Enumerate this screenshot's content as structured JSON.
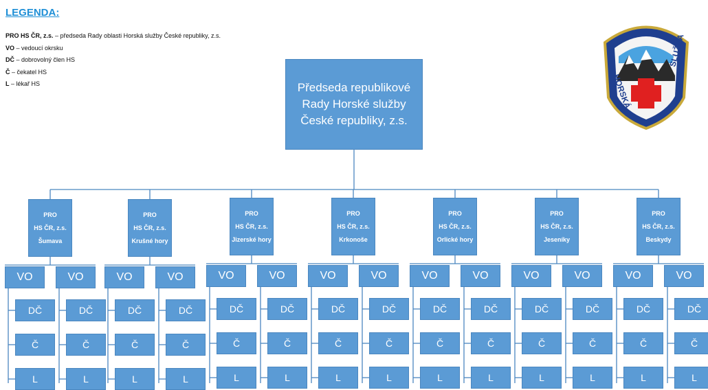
{
  "legend": {
    "title": "LEGENDA:",
    "items": [
      {
        "abbr": "PRO HS ČR, z.s.",
        "desc": " – předseda Rady oblasti Horská služby České republiky,  z.s."
      },
      {
        "abbr": "VO",
        "desc": " – vedoucí okrsku"
      },
      {
        "abbr": "DČ",
        "desc": " – dobrovolný člen HS"
      },
      {
        "abbr": "Č",
        "desc": "   – čekatel HS"
      },
      {
        "abbr": "L",
        "desc": "   – lékař HS"
      }
    ]
  },
  "chair": {
    "lines": [
      "Předseda republikové",
      "Rady Horské služby",
      "České republiky, z.s."
    ]
  },
  "regions": [
    {
      "line1": "PRO",
      "line2": "HS ČR, z.s.",
      "name": "Šumava"
    },
    {
      "line1": "PRO",
      "line2": "HS ČR, z.s.",
      "name": "Krušné hory"
    },
    {
      "line1": "PRO",
      "line2": "HS ČR, z.s.",
      "name": "Jizerské hory"
    },
    {
      "line1": "PRO",
      "line2": "HS ČR, z.s.",
      "name": "Krkonoše"
    },
    {
      "line1": "PRO",
      "line2": "HS ČR, z.s.",
      "name": "Orlické hory"
    },
    {
      "line1": "PRO",
      "line2": "HS ČR, z.s.",
      "name": "Jeseníky"
    },
    {
      "line1": "PRO",
      "line2": "HS ČR, z.s.",
      "name": "Beskydy"
    }
  ],
  "roles": {
    "vo": "VO",
    "dc": "DČ",
    "c": "Č",
    "l": "L"
  },
  "logo": {
    "top_text": "HORSKÁ",
    "bottom_text": "SLUŽBA",
    "icon": "mountain-rescue-cross-badge-icon"
  },
  "colors": {
    "box": "#5b9bd5",
    "line": "#4a86bf",
    "legend_title": "#1f8fd6",
    "cross": "#e02020"
  }
}
